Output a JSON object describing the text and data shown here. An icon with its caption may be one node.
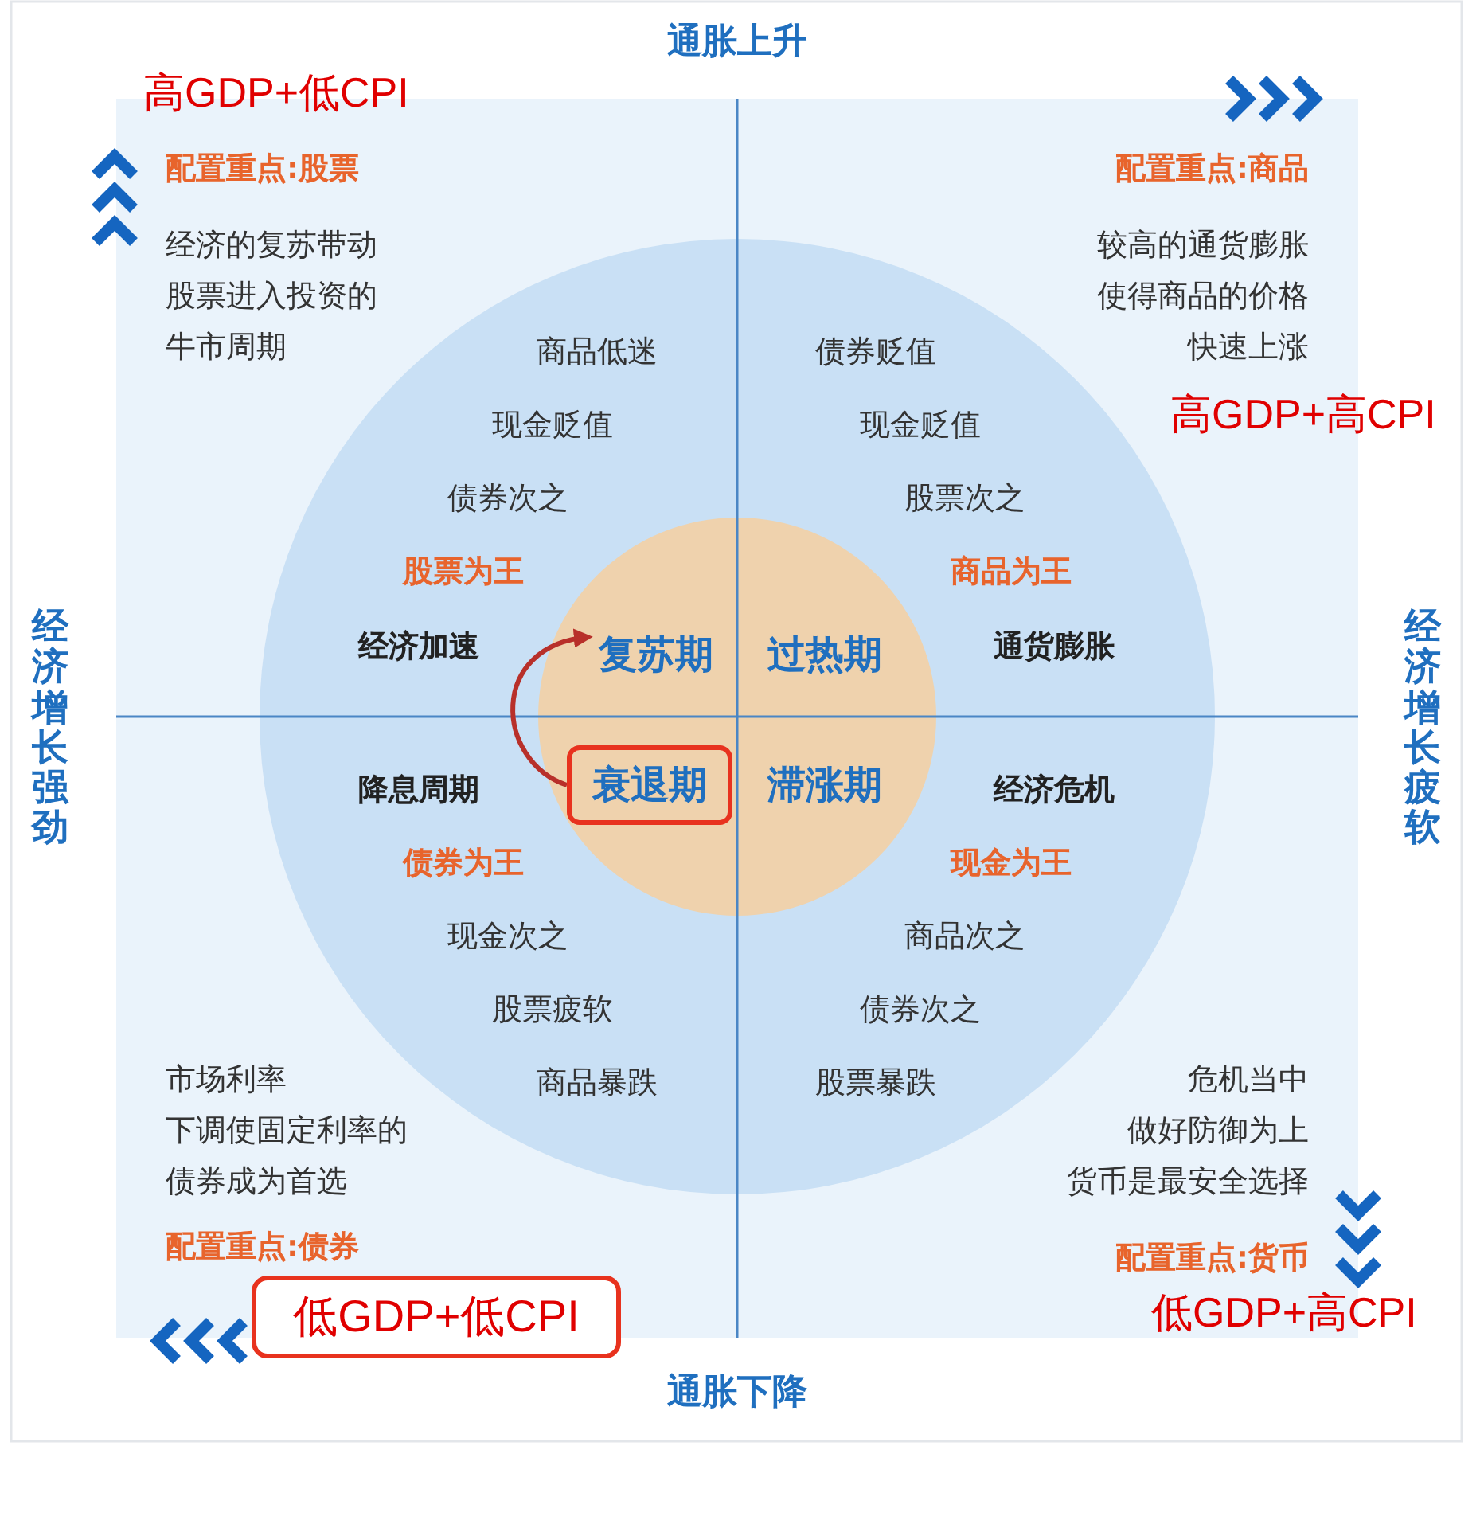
{
  "diagram": {
    "nodes": [
      {
        "text": [
          "复苏期"
        ]
      },
      {
        "text": [
          "过热期"
        ]
      },
      {
        "text": [
          "衰退期"
        ]
      },
      {
        "text": [
          "滞涨期"
        ]
      },
      {
        "text": [
          "低GDP+低CPI"
        ]
      }
    ],
    "edges": [
      {
        "from": 2,
        "to": 0,
        "arrow": "to",
        "color": "#b8302a"
      }
    ],
    "labels": [
      "通胀上升",
      "高GDP+低CPI",
      "配置重点:股票",
      "经济的复苏带动股票进入投资的牛市周期",
      "商品低迷",
      "现金贬值",
      "债券次之",
      "股票为王",
      "经济加速",
      "配置重点:商品",
      "较高的通货膨胀使得商品的价格快速上涨",
      "高GDP+高CPI",
      "债券贬值",
      "现金贬值",
      "股票次之",
      "商品为王",
      "通货膨胀",
      "经济增长强劲",
      "经济增长疲软",
      "降息周期",
      "债券为王",
      "现金次之",
      "股票疲软",
      "商品暴跌",
      "市场利率下调使固定利率的债券成为首选",
      "配置重点:债券",
      "经济危机",
      "现金为王",
      "商品次之",
      "债券次之",
      "股票暴跌",
      "危机当中做好防御为上货币是最安全选择",
      "配置重点:货币",
      "低GDP+高CPI",
      "通胀下降"
    ]
  }
}
